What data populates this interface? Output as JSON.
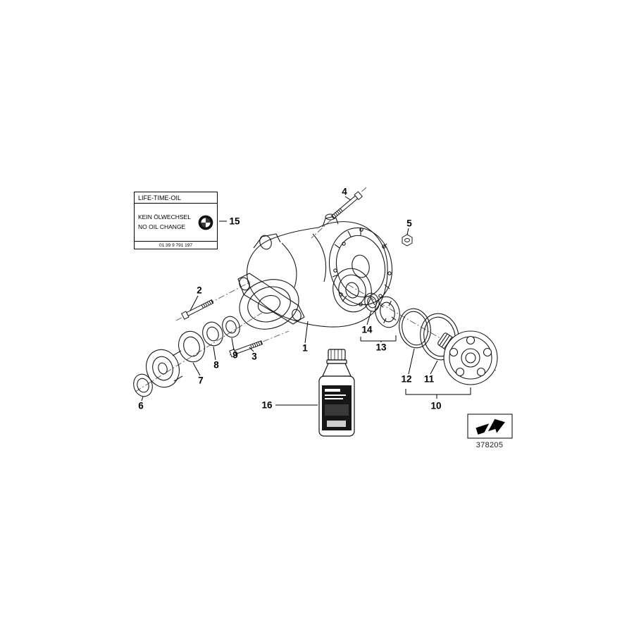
{
  "callouts": [
    {
      "label": "1"
    },
    {
      "label": "2"
    },
    {
      "label": "3"
    },
    {
      "label": "4"
    },
    {
      "label": "5"
    },
    {
      "label": "6"
    },
    {
      "label": "7"
    },
    {
      "label": "8"
    },
    {
      "label": "9"
    },
    {
      "label": "10"
    },
    {
      "label": "11"
    },
    {
      "label": "12"
    },
    {
      "label": "13"
    },
    {
      "label": "14"
    },
    {
      "label": "15"
    },
    {
      "label": "16"
    }
  ],
  "label_box": {
    "title": "LIFE-TIME-OIL",
    "line1": "KEIN ÖLWECHSEL",
    "line2": "NO OIL CHANGE",
    "part_number": "01 39 9 791 197"
  },
  "doc_number": "378205",
  "icons": {
    "bmw_roundel": "bmw-roundel-icon",
    "revision_arrow": "revision-arrow-icon"
  },
  "colors": {
    "line": "#1a1a1a",
    "bottle_label": "#161616"
  }
}
